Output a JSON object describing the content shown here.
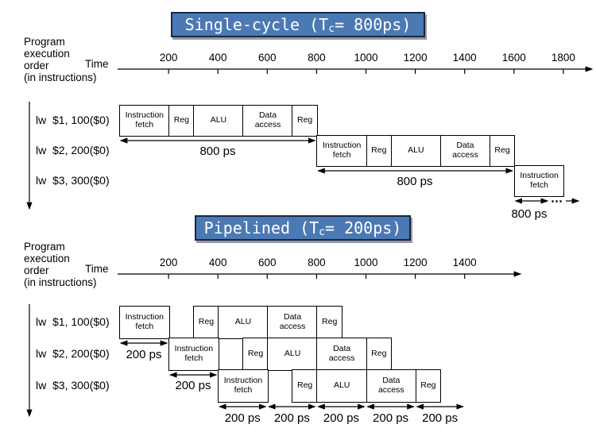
{
  "top_banner": {
    "prefix": "Single-cycle (T",
    "sub": "c",
    "suffix": "= 800ps)"
  },
  "bottom_banner": {
    "prefix": "Pipelined (T",
    "sub": "c",
    "suffix": "= 200ps)"
  },
  "side_label_lines": [
    "Program",
    "execution",
    "order",
    "(in instructions)"
  ],
  "time_label": "Time",
  "colors": {
    "banner_fill": "#4b79b4",
    "banner_border": "#182743",
    "banner_text": "#ffffff",
    "line": "#000000"
  },
  "single_cycle": {
    "ticks": [
      "200",
      "400",
      "600",
      "800",
      "1000",
      "1200",
      "1400",
      "1600",
      "1800"
    ],
    "instructions": [
      "lw  $1, 100($0)",
      "lw  $2, 200($0)",
      "lw  $3, 300($0)"
    ],
    "rows": [
      {
        "stages": [
          {
            "lines": [
              "Instruction",
              "fetch"
            ],
            "t0": 0,
            "t1": 200
          },
          {
            "lines": [
              "Reg"
            ],
            "t0": 200,
            "t1": 300
          },
          {
            "lines": [
              "ALU"
            ],
            "t0": 300,
            "t1": 500
          },
          {
            "lines": [
              "Data",
              "access"
            ],
            "t0": 500,
            "t1": 700
          },
          {
            "lines": [
              "Reg"
            ],
            "t0": 700,
            "t1": 800
          }
        ]
      },
      {
        "stages": [
          {
            "lines": [
              "Instruction",
              "fetch"
            ],
            "t0": 800,
            "t1": 1000
          },
          {
            "lines": [
              "Reg"
            ],
            "t0": 1000,
            "t1": 1100
          },
          {
            "lines": [
              "ALU"
            ],
            "t0": 1100,
            "t1": 1300
          },
          {
            "lines": [
              "Data",
              "access"
            ],
            "t0": 1300,
            "t1": 1500
          },
          {
            "lines": [
              "Reg"
            ],
            "t0": 1500,
            "t1": 1600
          }
        ]
      },
      {
        "stages": [
          {
            "lines": [
              "Instruction",
              "fetch"
            ],
            "t0": 1600,
            "t1": 1800
          }
        ]
      }
    ],
    "duration_labels": [
      "800 ps",
      "800 ps",
      "800 ps"
    ],
    "continuation_dots": "⋯"
  },
  "pipelined": {
    "ticks": [
      "200",
      "400",
      "600",
      "800",
      "1000",
      "1200",
      "1400"
    ],
    "instructions": [
      "lw  $1, 100($0)",
      "lw  $2, 200($0)",
      "lw  $3, 300($0)"
    ],
    "rows": [
      {
        "stages": [
          {
            "lines": [
              "Instruction",
              "fetch"
            ],
            "t0": 0,
            "t1": 200
          },
          {
            "lines": [
              "Reg"
            ],
            "t0": 300,
            "t1": 400
          },
          {
            "lines": [
              "ALU"
            ],
            "t0": 400,
            "t1": 600
          },
          {
            "lines": [
              "Data",
              "access"
            ],
            "t0": 600,
            "t1": 800
          },
          {
            "lines": [
              "Reg"
            ],
            "t0": 800,
            "t1": 900
          }
        ]
      },
      {
        "stages": [
          {
            "lines": [
              "Instruction",
              "fetch"
            ],
            "t0": 200,
            "t1": 400
          },
          {
            "lines": [
              "Reg"
            ],
            "t0": 500,
            "t1": 600
          },
          {
            "lines": [
              "ALU"
            ],
            "t0": 600,
            "t1": 800
          },
          {
            "lines": [
              "Data",
              "access"
            ],
            "t0": 800,
            "t1": 1000
          },
          {
            "lines": [
              "Reg"
            ],
            "t0": 1000,
            "t1": 1100
          }
        ]
      },
      {
        "stages": [
          {
            "lines": [
              "Instruction",
              "fetch"
            ],
            "t0": 400,
            "t1": 600
          },
          {
            "lines": [
              "Reg"
            ],
            "t0": 700,
            "t1": 800
          },
          {
            "lines": [
              "ALU"
            ],
            "t0": 800,
            "t1": 1000
          },
          {
            "lines": [
              "Data",
              "access"
            ],
            "t0": 1000,
            "t1": 1200
          },
          {
            "lines": [
              "Reg"
            ],
            "t0": 1200,
            "t1": 1300
          }
        ]
      }
    ],
    "offset_labels": [
      "200 ps",
      "200 ps"
    ],
    "stage_duration_labels": [
      "200 ps",
      "200 ps",
      "200 ps",
      "200 ps",
      "200 ps"
    ]
  }
}
